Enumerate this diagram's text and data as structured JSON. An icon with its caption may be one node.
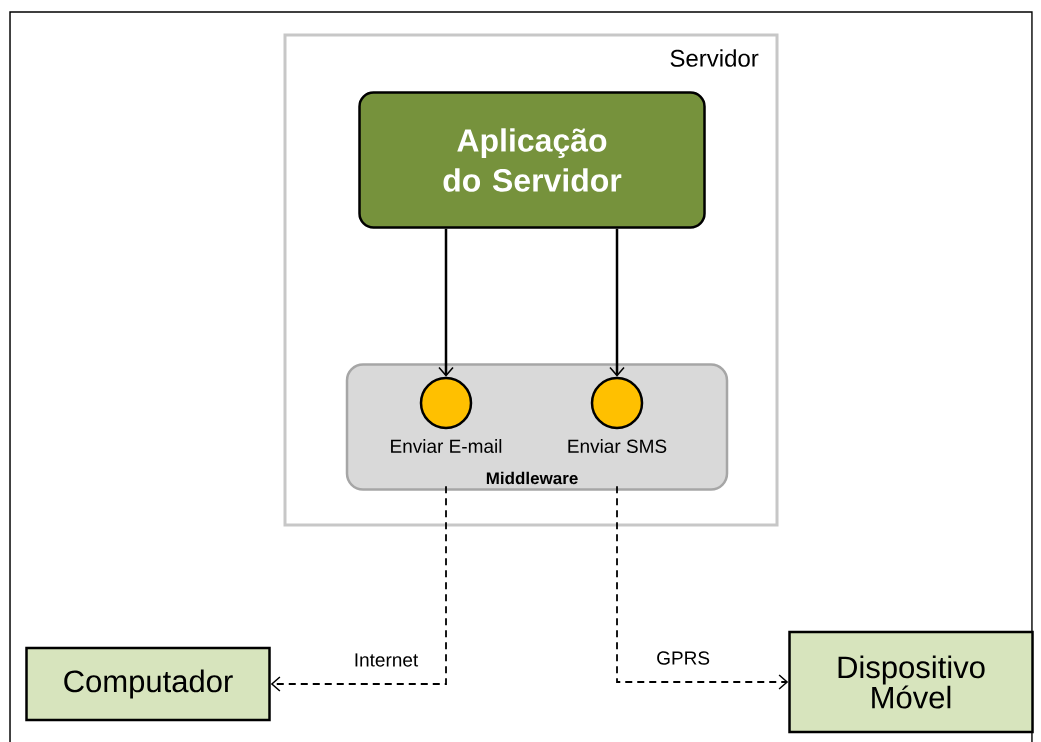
{
  "diagram": {
    "nodes": [
      {
        "text": [
          "Servidor"
        ]
      },
      {
        "text": [
          "Aplicação do Servidor"
        ],
        "in": 0
      },
      {
        "text": [
          "Middleware"
        ],
        "in": 0
      },
      {
        "text": [],
        "shape": "circle",
        "in": 2,
        "beside": [
          "Enviar E-mail"
        ]
      },
      {
        "text": [],
        "shape": "circle",
        "in": 2,
        "beside": [
          "Enviar SMS"
        ]
      },
      {
        "text": [
          "Computador"
        ]
      },
      {
        "text": [
          "Dispositivo Móvel"
        ]
      }
    ],
    "edges": [
      {
        "from": 1,
        "to": 3,
        "arrow": "to"
      },
      {
        "from": 1,
        "to": 4,
        "arrow": "to"
      },
      {
        "from": 3,
        "to": 5,
        "arrow": "to",
        "label": "Internet",
        "style": "dashed"
      },
      {
        "from": 4,
        "to": 6,
        "arrow": "to",
        "label": "GPRS",
        "style": "dashed"
      }
    ]
  }
}
